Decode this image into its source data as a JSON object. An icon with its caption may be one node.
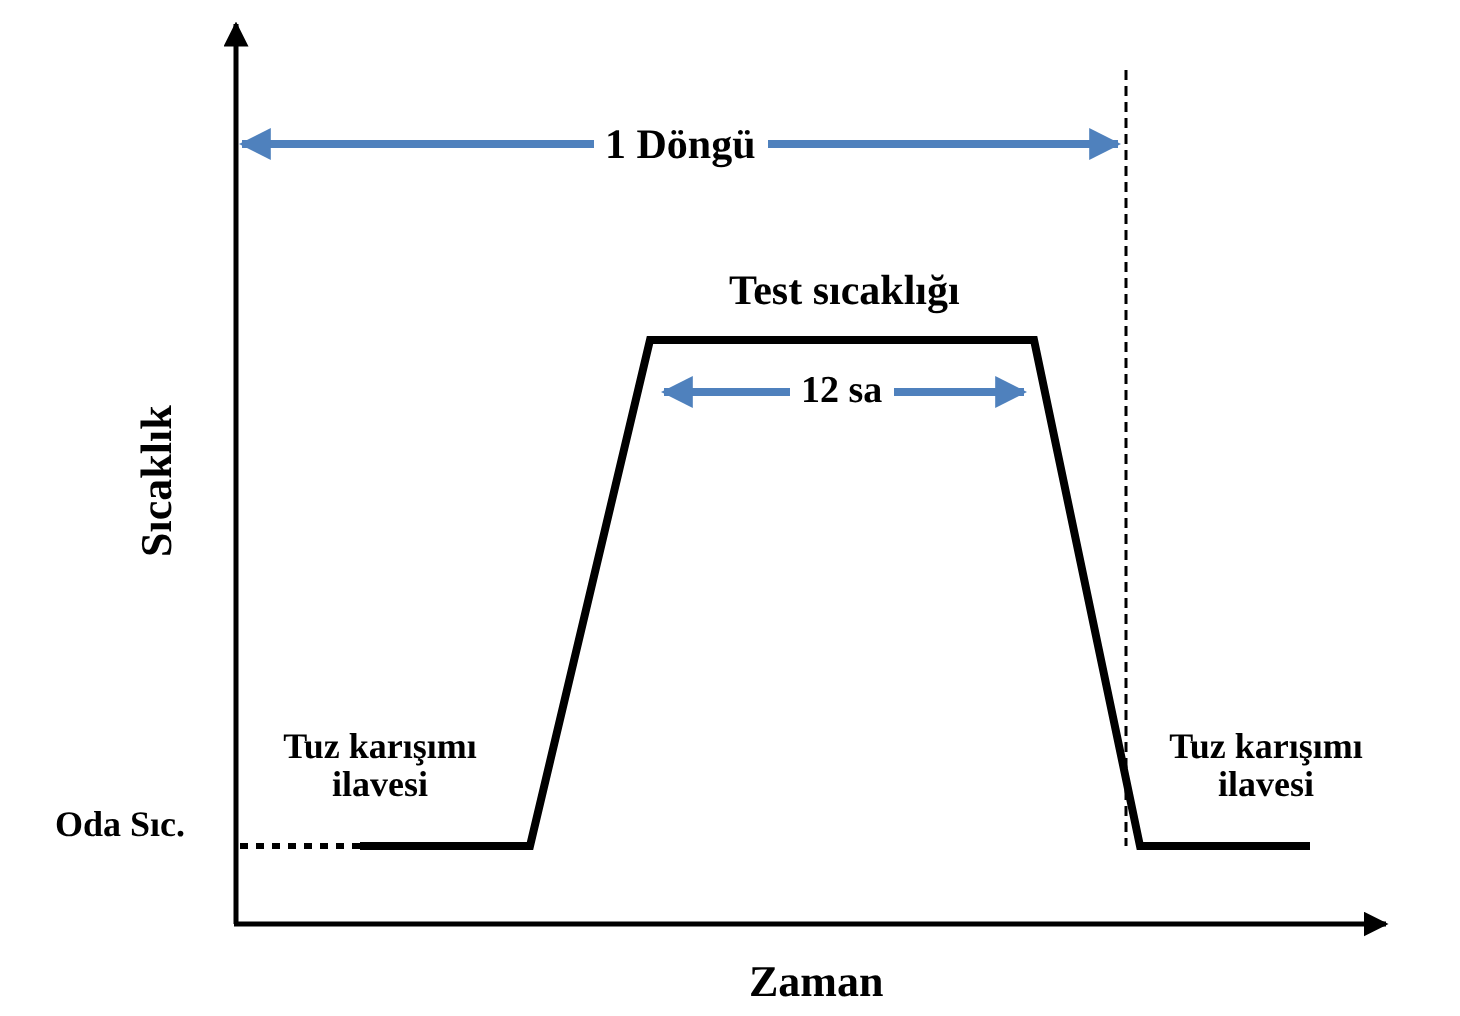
{
  "diagram": {
    "labels": [
      "1 Döngü",
      "Test sıcaklığı",
      "12 sa",
      "Sıcaklık",
      "Tuz karışımı ilavesi",
      "Oda Sıc.",
      "Tuz karışımı ilavesi",
      "Zaman"
    ]
  }
}
